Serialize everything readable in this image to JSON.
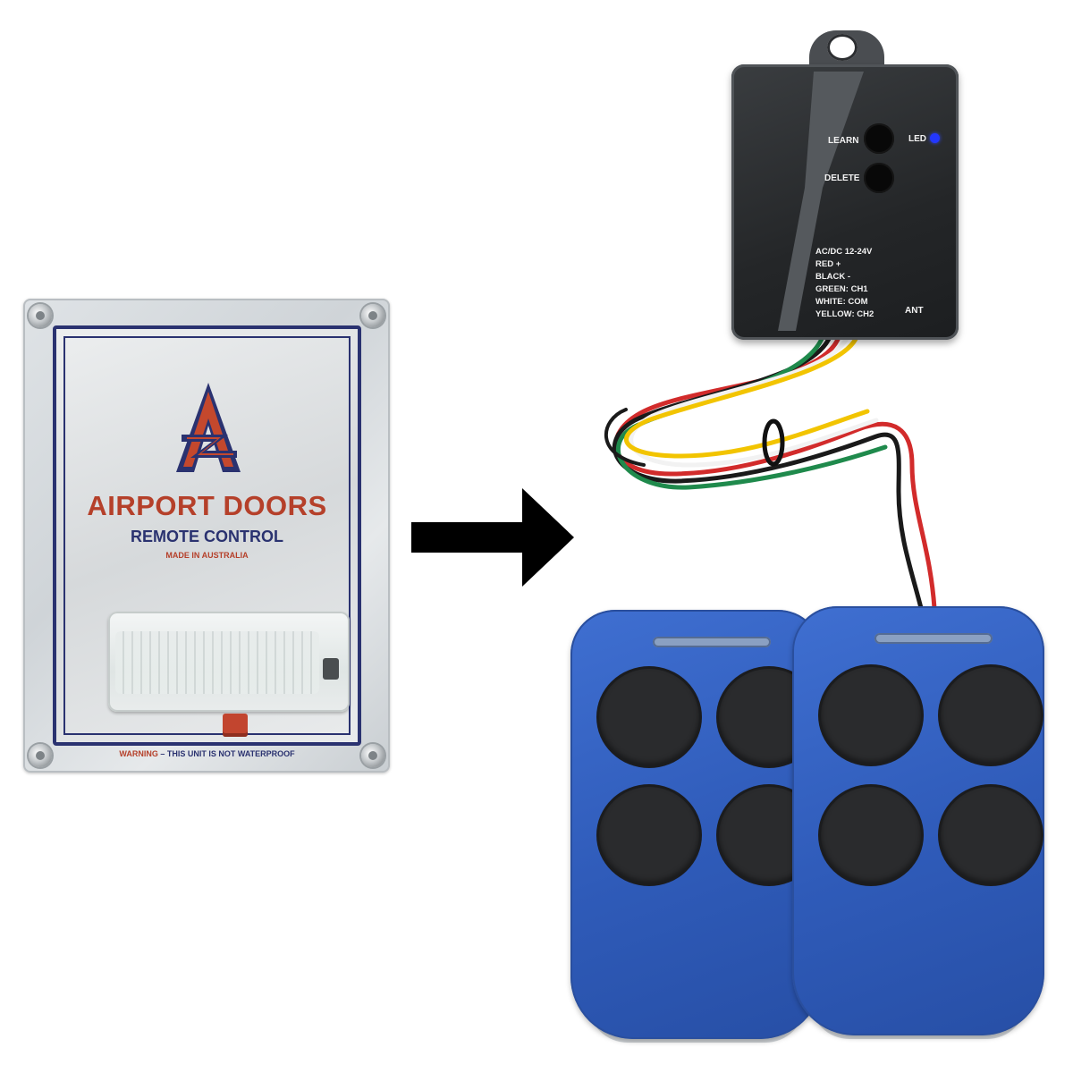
{
  "old_unit": {
    "brand_name": "AIRPORT DOORS",
    "subtitle": "REMOTE CONTROL",
    "made_in": "MADE IN AUSTRALIA",
    "warning_prefix": "WARNING",
    "warning_text": " – THIS UNIT IS NOT WATERPROOF",
    "colors": {
      "brand_red": "#b5402a",
      "navy": "#2a3270"
    }
  },
  "receiver": {
    "learn_label": "LEARN",
    "delete_label": "DELETE",
    "led_label": "LED",
    "ant_label": "ANT",
    "specs": [
      "AC/DC 12-24V",
      "RED +",
      "BLACK -",
      "GREEN: CH1",
      "WHITE: COM",
      "YELLOW: CH2"
    ],
    "colors": {
      "body": "#242628",
      "led": "#2337ff"
    }
  },
  "arrow": {
    "icon": "arrow-right-icon",
    "color": "#000000"
  },
  "remotes": {
    "count": 2,
    "buttons_each": 4,
    "colors": {
      "shell": "#2f5bb9",
      "button": "#2a2b2d"
    }
  },
  "wires": {
    "colors": [
      "#d22b2b",
      "#1a1a1a",
      "#1f8a4c",
      "#f2f2f2",
      "#f2c400"
    ]
  }
}
